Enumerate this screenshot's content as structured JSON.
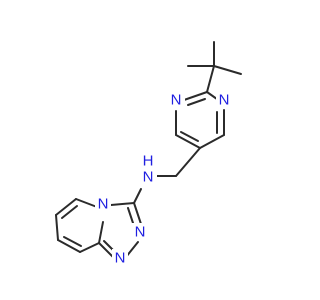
{
  "molecule": {
    "atoms": {
      "n1": {
        "symbol": "N",
        "color": "#1f1fe0"
      },
      "n3": {
        "symbol": "N",
        "color": "#1f1fe0"
      },
      "nh": {
        "symbol": "N",
        "color": "#1f1fe0"
      },
      "h": {
        "symbol": "H",
        "color": "#1f1fe0"
      },
      "na": {
        "symbol": "N",
        "color": "#1f1fe0"
      },
      "nb": {
        "symbol": "N",
        "color": "#1f1fe0"
      },
      "nc": {
        "symbol": "N",
        "color": "#1f1fe0"
      }
    },
    "bond_color": "#2b2b2b"
  }
}
